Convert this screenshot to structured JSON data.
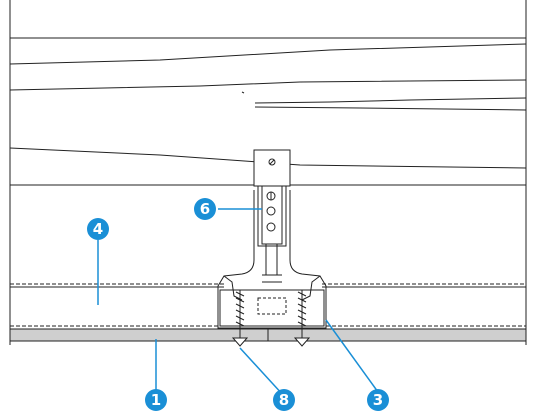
{
  "callouts": [
    {
      "id": "1",
      "label": "1"
    },
    {
      "id": "3",
      "label": "3"
    },
    {
      "id": "4",
      "label": "4"
    },
    {
      "id": "6",
      "label": "6"
    },
    {
      "id": "8",
      "label": "8"
    }
  ],
  "colors": {
    "callout_fill": "#1a8fd6",
    "callout_text": "#ffffff",
    "line": "#222222",
    "board_fill": "#cfcfcf"
  },
  "icons": {
    "screw": "screw-icon",
    "adjuster_hole": "circle-icon"
  }
}
